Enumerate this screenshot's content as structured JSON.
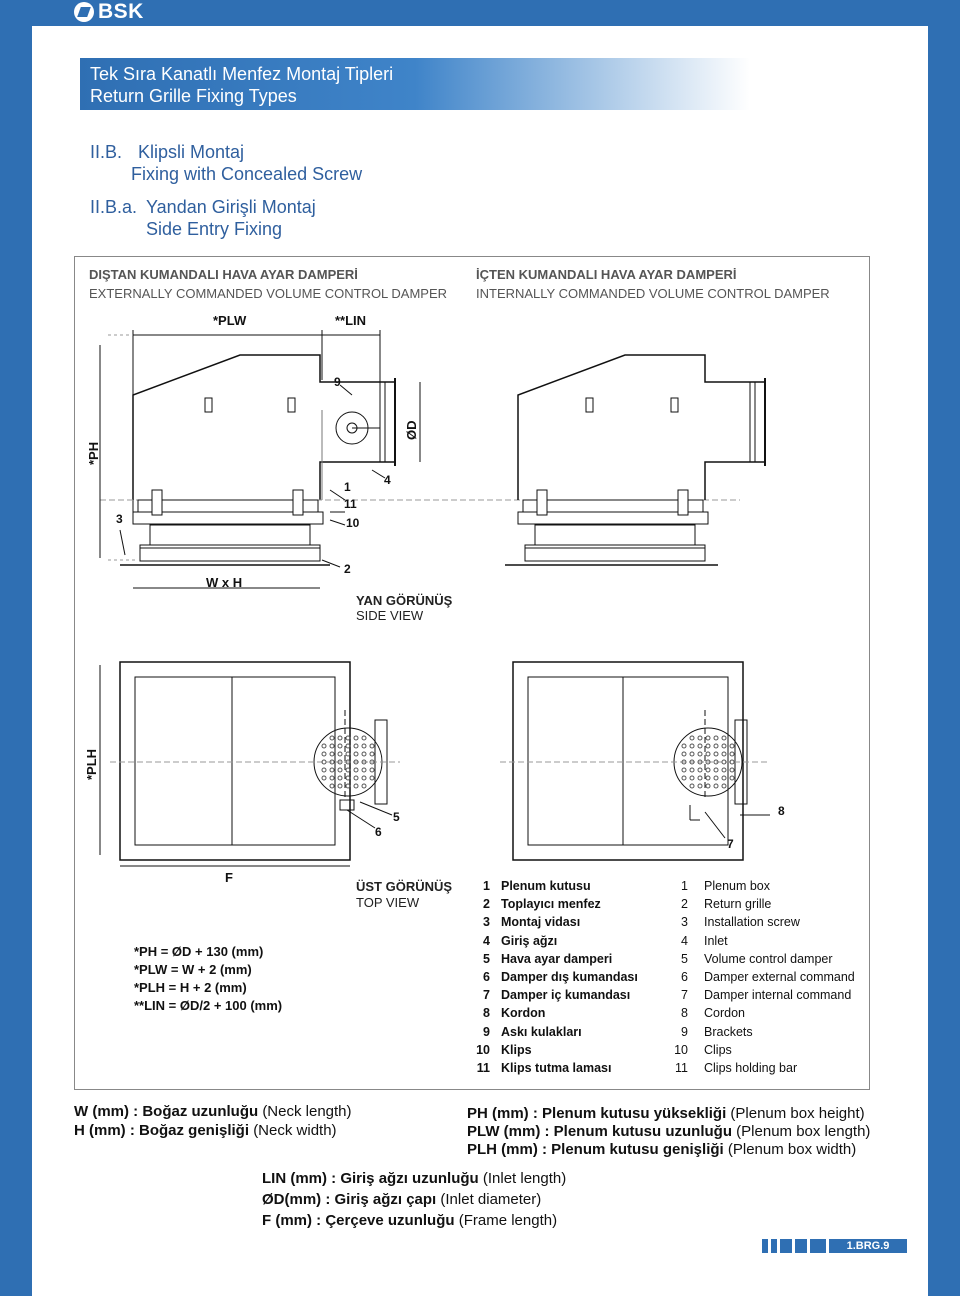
{
  "brand": {
    "logo_text": "BSK"
  },
  "title": {
    "tr": "Tek Sıra Kanatlı Menfez Montaj Tipleri",
    "en": "Return Grille Fixing Types"
  },
  "section": {
    "code": "II.B.",
    "tr": "Klipsli Montaj",
    "en": "Fixing with Concealed Screw",
    "sub_code": "II.B.a.",
    "sub_tr": "Yandan Girişli Montaj",
    "sub_en": "Side Entry Fixing"
  },
  "damper_left": {
    "tr": "DIŞTAN KUMANDALI HAVA AYAR DAMPERİ",
    "en": "EXTERNALLY COMMANDED VOLUME CONTROL DAMPER"
  },
  "damper_right": {
    "tr": "İÇTEN KUMANDALI HAVA AYAR DAMPERİ",
    "en": "INTERNALLY COMMANDED VOLUME CONTROL DAMPER"
  },
  "dims": {
    "plw": "*PLW",
    "lin": "**LIN",
    "ph": "*PH",
    "od": "ØD",
    "wxh": "W x H",
    "plh": "*PLH",
    "f": "F"
  },
  "side_view": {
    "tr": "YAN GÖRÜNÜŞ",
    "en": "SIDE VIEW"
  },
  "top_view": {
    "tr": "ÜST GÖRÜNÜŞ",
    "en": "TOP VIEW"
  },
  "callouts": {
    "n1": "1",
    "n2": "2",
    "n3": "3",
    "n4": "4",
    "n5": "5",
    "n6": "6",
    "n7": "7",
    "n8": "8",
    "n9": "9",
    "n10": "10",
    "n11": "11"
  },
  "formulas": [
    "*PH = ØD + 130 (mm)",
    "*PLW = W + 2 (mm)",
    "*PLH = H + 2 (mm)",
    "**LIN = ØD/2 + 100 (mm)"
  ],
  "parts": [
    {
      "no": "1",
      "tr": "Plenum kutusu",
      "en": "Plenum box"
    },
    {
      "no": "2",
      "tr": "Toplayıcı menfez",
      "en": "Return grille"
    },
    {
      "no": "3",
      "tr": "Montaj vidası",
      "en": "Installation screw"
    },
    {
      "no": "4",
      "tr": "Giriş ağzı",
      "en": "Inlet"
    },
    {
      "no": "5",
      "tr": "Hava ayar damperi",
      "en": "Volume control damper"
    },
    {
      "no": "6",
      "tr": "Damper dış kumandası",
      "en": "Damper external command"
    },
    {
      "no": "7",
      "tr": "Damper iç kumandası",
      "en": "Damper internal command"
    },
    {
      "no": "8",
      "tr": "Kordon",
      "en": "Cordon"
    },
    {
      "no": "9",
      "tr": "Askı kulakları",
      "en": "Brackets"
    },
    {
      "no": "10",
      "tr": "Klips",
      "en": "Clips"
    },
    {
      "no": "11",
      "tr": "Klips tutma laması",
      "en": "Clips holding bar"
    }
  ],
  "legend": {
    "w": {
      "key": "W (mm) :",
      "tr": "Boğaz uzunluğu",
      "en": "(Neck length)"
    },
    "h": {
      "key": "H  (mm) :",
      "tr": "Boğaz genişliği",
      "en": "(Neck width)"
    },
    "ph": {
      "key": "PH (mm)  :",
      "tr": "Plenum kutusu yüksekliği",
      "en": "(Plenum box height)"
    },
    "plw": {
      "key": "PLW (mm) :",
      "tr": "Plenum kutusu uzunluğu",
      "en": "(Plenum box length)"
    },
    "plh": {
      "key": "PLH (mm) :",
      "tr": "Plenum kutusu genişliği",
      "en": "(Plenum box width)"
    },
    "lin": {
      "key": "LIN (mm) :",
      "tr": "Giriş ağzı uzunluğu",
      "en": "(Inlet length)"
    },
    "od": {
      "key": "ØD(mm) :",
      "tr": "Giriş ağzı çapı",
      "en": "(Inlet diameter)"
    },
    "f": {
      "key": "F (mm)   :",
      "tr": "Çerçeve uzunluğu",
      "en": "(Frame length)"
    }
  },
  "page_code": "1.BRG.9"
}
